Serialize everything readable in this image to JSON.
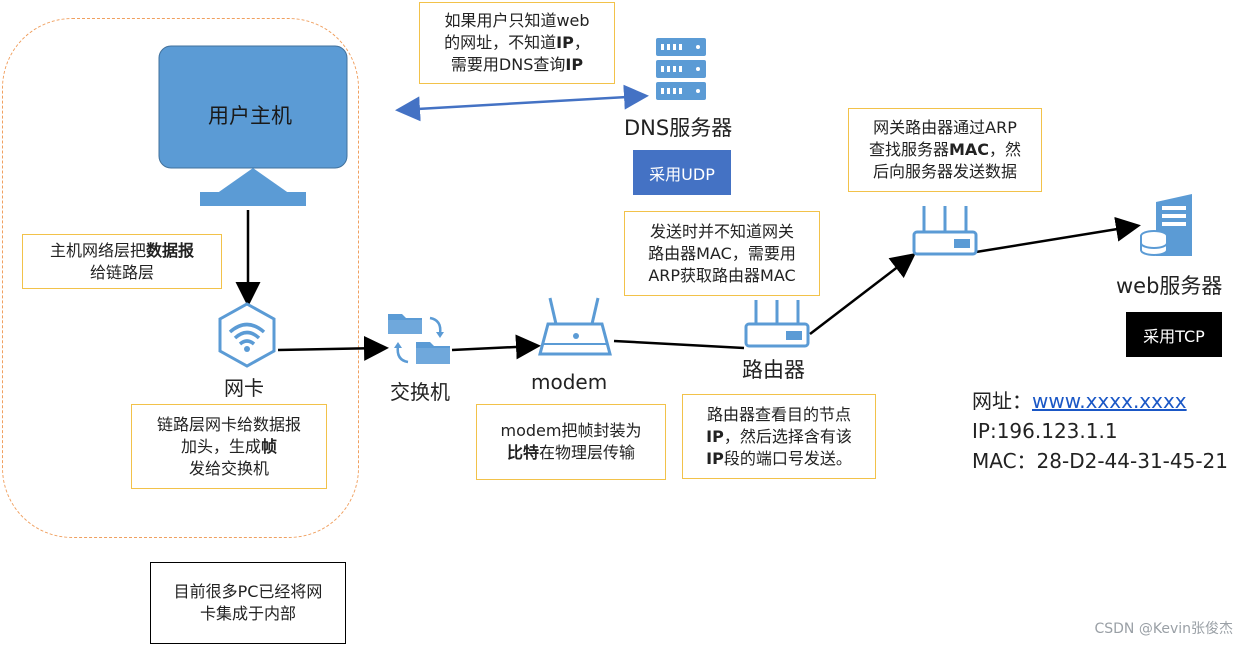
{
  "host": {
    "label": "用户主机"
  },
  "nic": {
    "label": "网卡"
  },
  "switch": {
    "label": "交换机"
  },
  "modem": {
    "label": "modem"
  },
  "router": {
    "label": "路由器"
  },
  "dns": {
    "label": "DNS服务器",
    "protocol": "采用UDP"
  },
  "web": {
    "label": "web服务器",
    "protocol": "采用TCP"
  },
  "notes": {
    "dns_query": {
      "line1": "如果用户只知道web",
      "line2a": "的网址，不知道",
      "line2b": "IP",
      "line2c": "，",
      "line3a": "需要用DNS查询",
      "line3b": "IP"
    },
    "network_layer": {
      "line1a": "主机网络层把",
      "line1b": "数据报",
      "line2": "给链路层"
    },
    "link_layer": {
      "line1": "链路层网卡给数据报",
      "line2a": "加头，生成",
      "line2b": "帧",
      "line3": "发给交换机"
    },
    "integrated": {
      "line1": "目前很多PC已经将网",
      "line2": "卡集成于内部"
    },
    "modem_note": {
      "line1": "modem把帧封装为",
      "line2a": "比特",
      "line2b": "在物理层传输"
    },
    "arp_router": {
      "line1": "发送时并不知道网关",
      "line2": "路由器MAC，需要用",
      "line3": "ARP获取路由器MAC"
    },
    "router_note": {
      "line1": "路由器查看目的节点",
      "line2a": "IP",
      "line2b": "，然后选择含有该",
      "line3a": "IP",
      "line3b": "段的端口号发送。"
    },
    "gateway": {
      "line1": "网关路由器通过ARP",
      "line2a": "查找服务器",
      "line2b": "MAC",
      "line2c": "，然",
      "line3": "后向服务器发送数据"
    }
  },
  "server_info": {
    "url_label": "网址：",
    "url": "www.xxxx.xxxx",
    "ip": "IP:196.123.1.1",
    "mac": "MAC：28-D2-44-31-45-21"
  },
  "watermark": "CSDN @Kevin张俊杰",
  "colors": {
    "device_blue": "#5b9bd5",
    "udp_box": "#4472c4",
    "tcp_box": "#000000",
    "note_border": "#f2c24a",
    "group_border": "#f0a060"
  }
}
